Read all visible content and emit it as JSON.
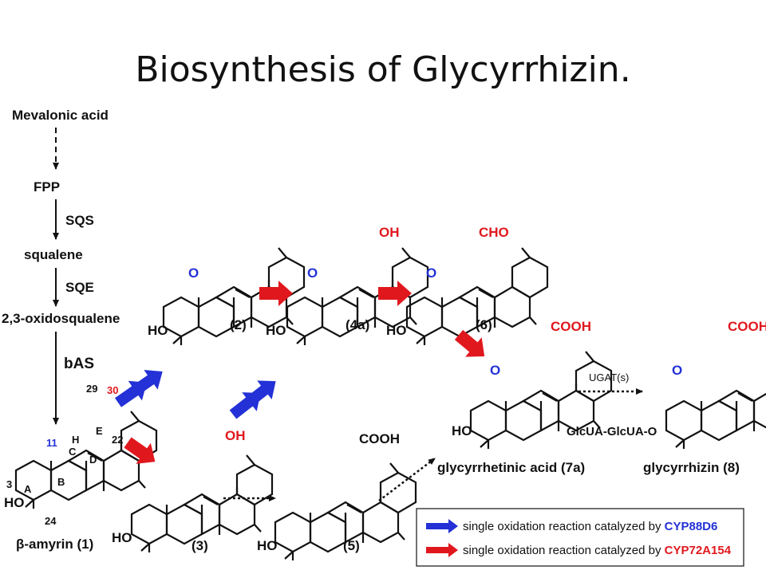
{
  "title": "Biosynthesis of Glycyrrhizin.",
  "pathway": {
    "mevalonic_acid": "Mevalonic acid",
    "fpp": "FPP",
    "sqs": "SQS",
    "squalene": "squalene",
    "sqe": "SQE",
    "oxidosqualene": "2,3-oxidosqualene",
    "bas": "bAS"
  },
  "compounds": {
    "beta_amyrin": "β-amyrin (1)",
    "c2": "(2)",
    "c3": "(3)",
    "c4a": "(4a)",
    "c5": "(5)",
    "c6": "(6)",
    "glycyrrhetinic": "glycyrrhetinic acid (7a)",
    "glycyrrhizin": "glycyrrhizin (8)"
  },
  "groups": {
    "ho": "HO",
    "h": "H",
    "o": "O",
    "oh": "OH",
    "cho": "CHO",
    "cooh": "COOH",
    "glcua": "GlcUA-GlcUA-O"
  },
  "ring_labels": {
    "a": "A",
    "b": "B",
    "c": "C",
    "d": "D",
    "e": "E"
  },
  "carbon_numbers": {
    "n3": "3",
    "n11": "11",
    "n22": "22",
    "n24": "24",
    "n29": "29",
    "n30": "30"
  },
  "enzymes": {
    "ugat": "UGAT(s)"
  },
  "legend": {
    "blue_text": "single oxidation reaction catalyzed by ",
    "blue_enzyme": "CYP88D6",
    "red_text": "single oxidation reaction catalyzed by ",
    "red_enzyme": "CYP72A154"
  },
  "colors": {
    "blue": "#2331d6",
    "red": "#e0181e",
    "black": "#111111"
  }
}
